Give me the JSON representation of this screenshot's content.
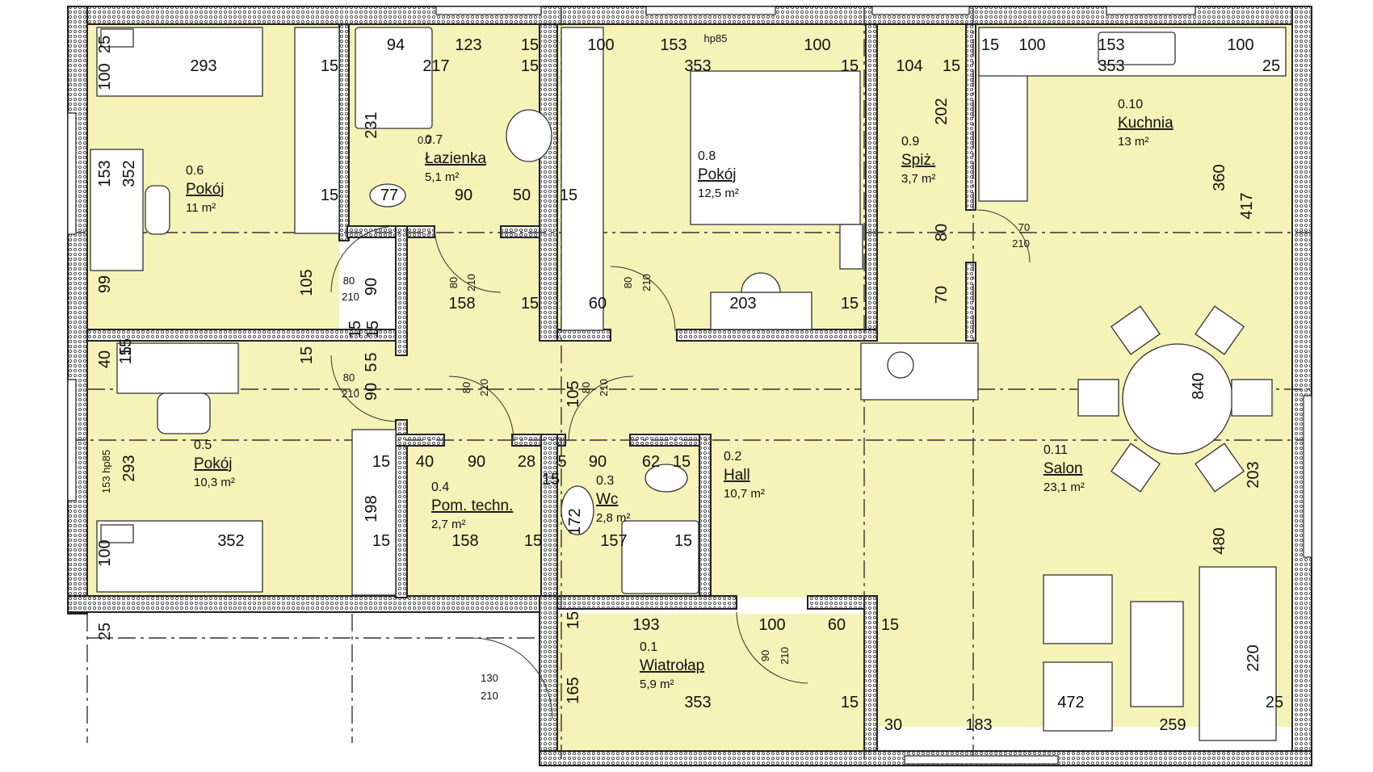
{
  "rooms": [
    {
      "id": "0.1",
      "name": "Wiatrołap",
      "area": "5,9 m²"
    },
    {
      "id": "0.2",
      "name": "Hall",
      "area": "10,7 m²"
    },
    {
      "id": "0.3",
      "name": "Wc",
      "area": "2,8 m²"
    },
    {
      "id": "0.4",
      "name": "Pom. techn.",
      "area": "2,7 m²"
    },
    {
      "id": "0.5",
      "name": "Pokój",
      "area": "10,3 m²"
    },
    {
      "id": "0.6",
      "name": "Pokój",
      "area": "11 m²"
    },
    {
      "id": "0.7",
      "name": "Łazienka",
      "area": "5,1 m²"
    },
    {
      "id": "0.8",
      "name": "Pokój",
      "area": "12,5 m²"
    },
    {
      "id": "0.9",
      "name": "Spiż.",
      "area": "3,7 m²"
    },
    {
      "id": "0.10",
      "name": "Kuchnia",
      "area": "13 m²"
    },
    {
      "id": "0.11",
      "name": "Salon",
      "area": "23,1 m²"
    }
  ],
  "dimensions": [
    "25",
    "94",
    "123",
    "15",
    "100",
    "153",
    "hp85",
    "100",
    "15",
    "100",
    "153",
    "100",
    "293",
    "15",
    "217",
    "15",
    "353",
    "15",
    "104",
    "15",
    "353",
    "25",
    "100",
    "231",
    "0.7",
    "202",
    "352",
    "153",
    "360",
    "417",
    "15",
    "77",
    "90",
    "50",
    "15",
    "70",
    "210",
    "99",
    "105",
    "80",
    "210",
    "90",
    "80",
    "210",
    "80",
    "210",
    "80",
    "158",
    "15",
    "60",
    "203",
    "15",
    "70",
    "15",
    "15",
    "5",
    "5",
    "15",
    "15",
    "40",
    "15",
    "80",
    "210",
    "90",
    "80",
    "210",
    "105",
    "80",
    "210",
    "840",
    "153 hp85",
    "293",
    "15",
    "40",
    "90",
    "28",
    "5",
    "90",
    "62",
    "15",
    "203",
    "198",
    "172",
    "15",
    "480",
    "100",
    "352",
    "15",
    "158",
    "15",
    "157",
    "15",
    "25",
    "15",
    "193",
    "100",
    "60",
    "15",
    "130",
    "210",
    "90",
    "210",
    "220",
    "165",
    "353",
    "15",
    "472",
    "25",
    "30",
    "183",
    "259"
  ]
}
